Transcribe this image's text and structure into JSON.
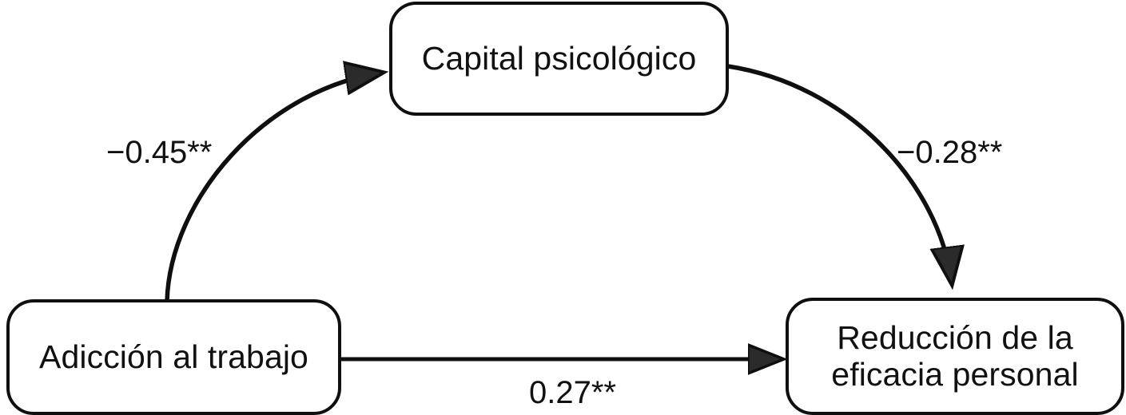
{
  "diagram": {
    "type": "path-mediation-model",
    "language": "es",
    "background_color": "#ffffff",
    "stroke_color": "#0f0f0f",
    "text_color": "#111111",
    "nodes": [
      {
        "id": "capital",
        "label": "Capital psicológico",
        "role": "mediator",
        "position": "top-center"
      },
      {
        "id": "adiccion",
        "label": "Adicción al trabajo",
        "role": "predictor",
        "position": "bottom-left"
      },
      {
        "id": "reduccion",
        "label": "Reducción de la\neficacia personal",
        "role": "outcome",
        "position": "bottom-right"
      }
    ],
    "edges": [
      {
        "id": "a-path",
        "from": "adiccion",
        "to": "capital",
        "coefficient": "−0.45**",
        "shape": "curved-arrow-up-right"
      },
      {
        "id": "b-path",
        "from": "capital",
        "to": "reduccion",
        "coefficient": "−0.28**",
        "shape": "curved-arrow-down-right"
      },
      {
        "id": "c-path",
        "from": "adiccion",
        "to": "reduccion",
        "coefficient": "0.27**",
        "shape": "straight-arrow-right"
      }
    ]
  }
}
